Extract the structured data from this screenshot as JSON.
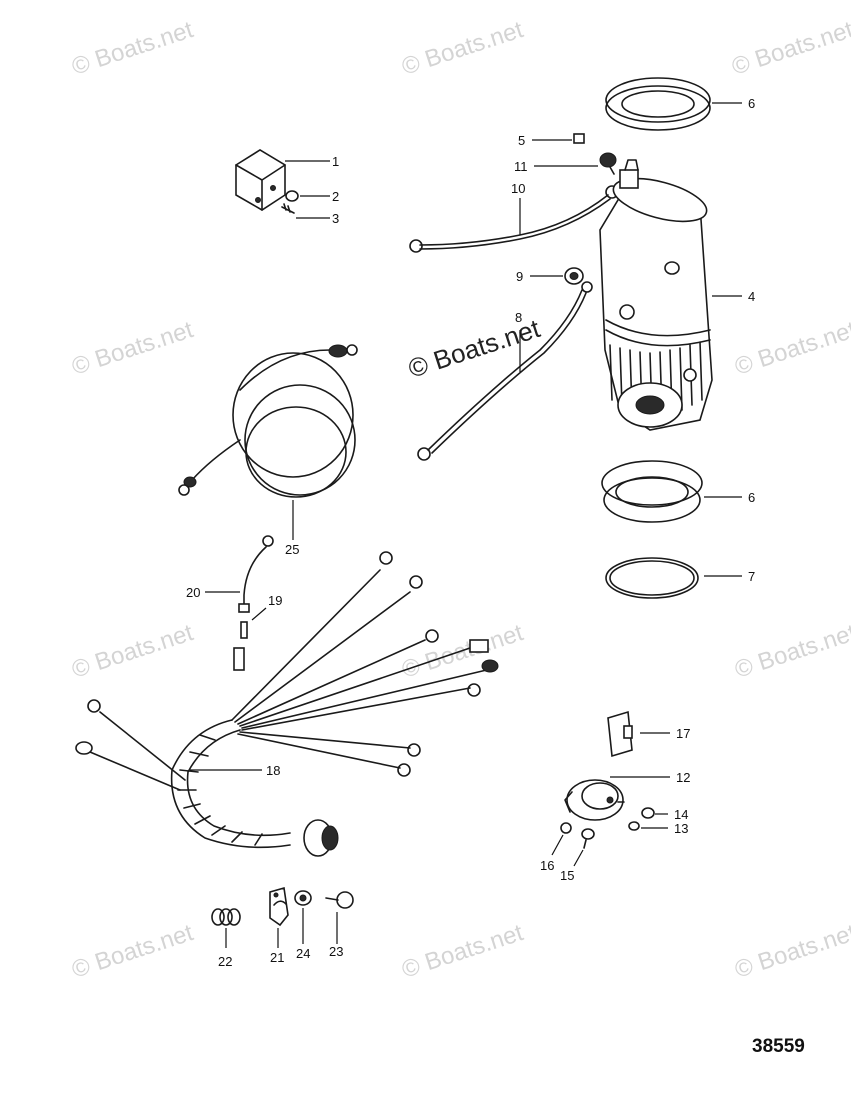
{
  "watermark": {
    "text": "© Boats.net"
  },
  "diagram_number": "38559",
  "callouts": {
    "c1": "1",
    "c2": "2",
    "c3": "3",
    "c4": "4",
    "c5": "5",
    "c6a": "6",
    "c6b": "6",
    "c7": "7",
    "c8": "8",
    "c9": "9",
    "c10": "10",
    "c11": "11",
    "c12": "12",
    "c13": "13",
    "c14": "14",
    "c15": "15",
    "c16": "16",
    "c17": "17",
    "c18": "18",
    "c19": "19",
    "c20": "20",
    "c21": "21",
    "c22": "22",
    "c23": "23",
    "c24": "24",
    "c25": "25"
  }
}
